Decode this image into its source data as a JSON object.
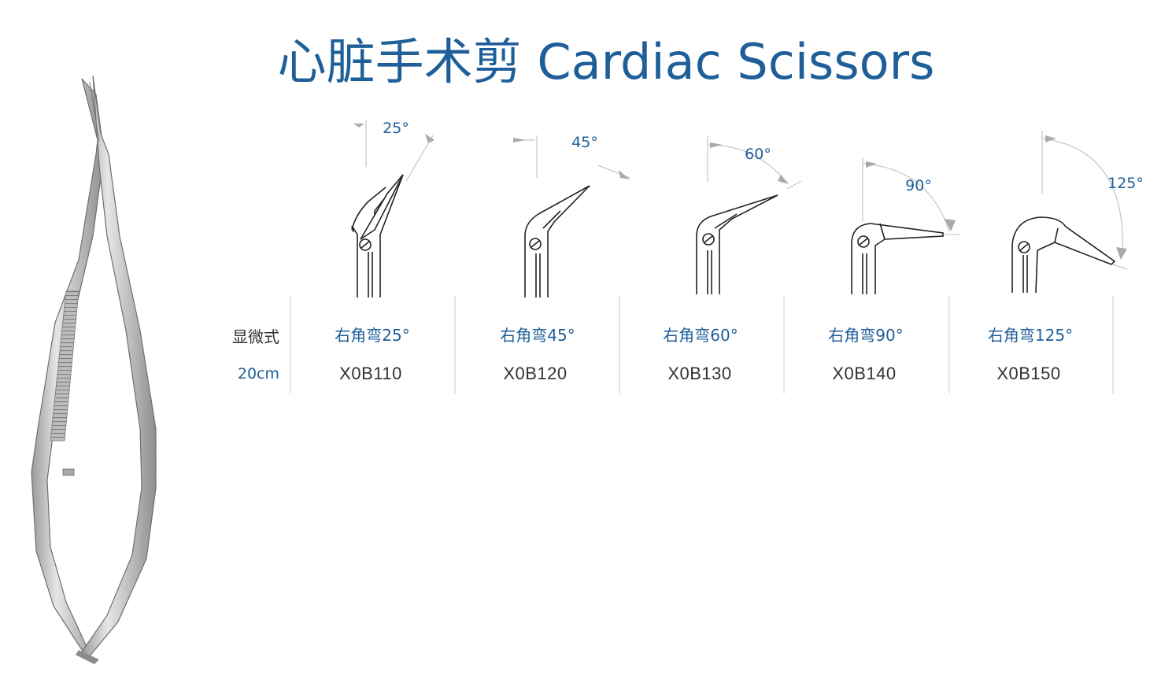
{
  "title": "心脏手术剪 Cardiac Scissors",
  "row_labels": {
    "type": "显微式",
    "length": "20cm"
  },
  "variants": [
    {
      "label": "右角弯25°",
      "code": "X0B110",
      "angle": "25°"
    },
    {
      "label": "右角弯45°",
      "code": "X0B120",
      "angle": "45°"
    },
    {
      "label": "右角弯60°",
      "code": "X0B130",
      "angle": "60°"
    },
    {
      "label": "右角弯90°",
      "code": "X0B140",
      "angle": "90°"
    },
    {
      "label": "右角弯125°",
      "code": "X0B150",
      "angle": "125°"
    }
  ],
  "colors": {
    "title": "#1f5f99",
    "accent": "#1f5f99",
    "text": "#333333",
    "divider": "#d2d2d2"
  }
}
